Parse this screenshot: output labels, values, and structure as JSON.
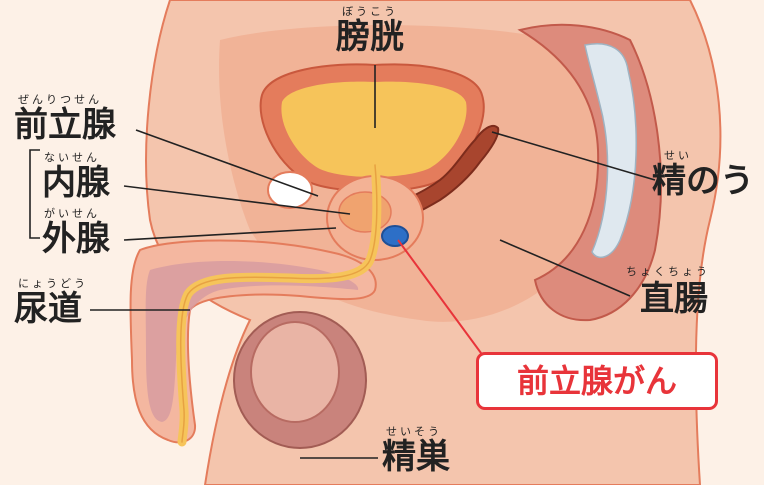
{
  "labels": {
    "bladder": {
      "text": "膀胱",
      "ruby": "ぼうこう"
    },
    "prostate": {
      "text": "前立腺",
      "ruby": "ぜんりつせん"
    },
    "inner_gland": {
      "text": "内腺",
      "ruby": "ないせん"
    },
    "outer_gland": {
      "text": "外腺",
      "ruby": "がいせん"
    },
    "urethra": {
      "text": "尿道",
      "ruby": "にょうどう"
    },
    "seminal_vesicle": {
      "text": "精のう",
      "ruby": "せい"
    },
    "rectum": {
      "text": "直腸",
      "ruby": "ちょくちょう"
    },
    "testis": {
      "text": "精巣",
      "ruby": "せいそう"
    }
  },
  "callout": {
    "text": "前立腺がん"
  },
  "colors": {
    "skin": "#f4c5ad",
    "skin_outline": "#e47c5c",
    "inner_tissue": "#f0a98c",
    "bladder_fill": "#f6c45a",
    "urethra": "#f6c45a",
    "rectum_wall": "#dd8b7c",
    "rectum_lumen": "#dfe8ef",
    "cancer_blue": "#2d6fc7",
    "callout_red": "#e8343a",
    "background": "#fdf1e7"
  }
}
